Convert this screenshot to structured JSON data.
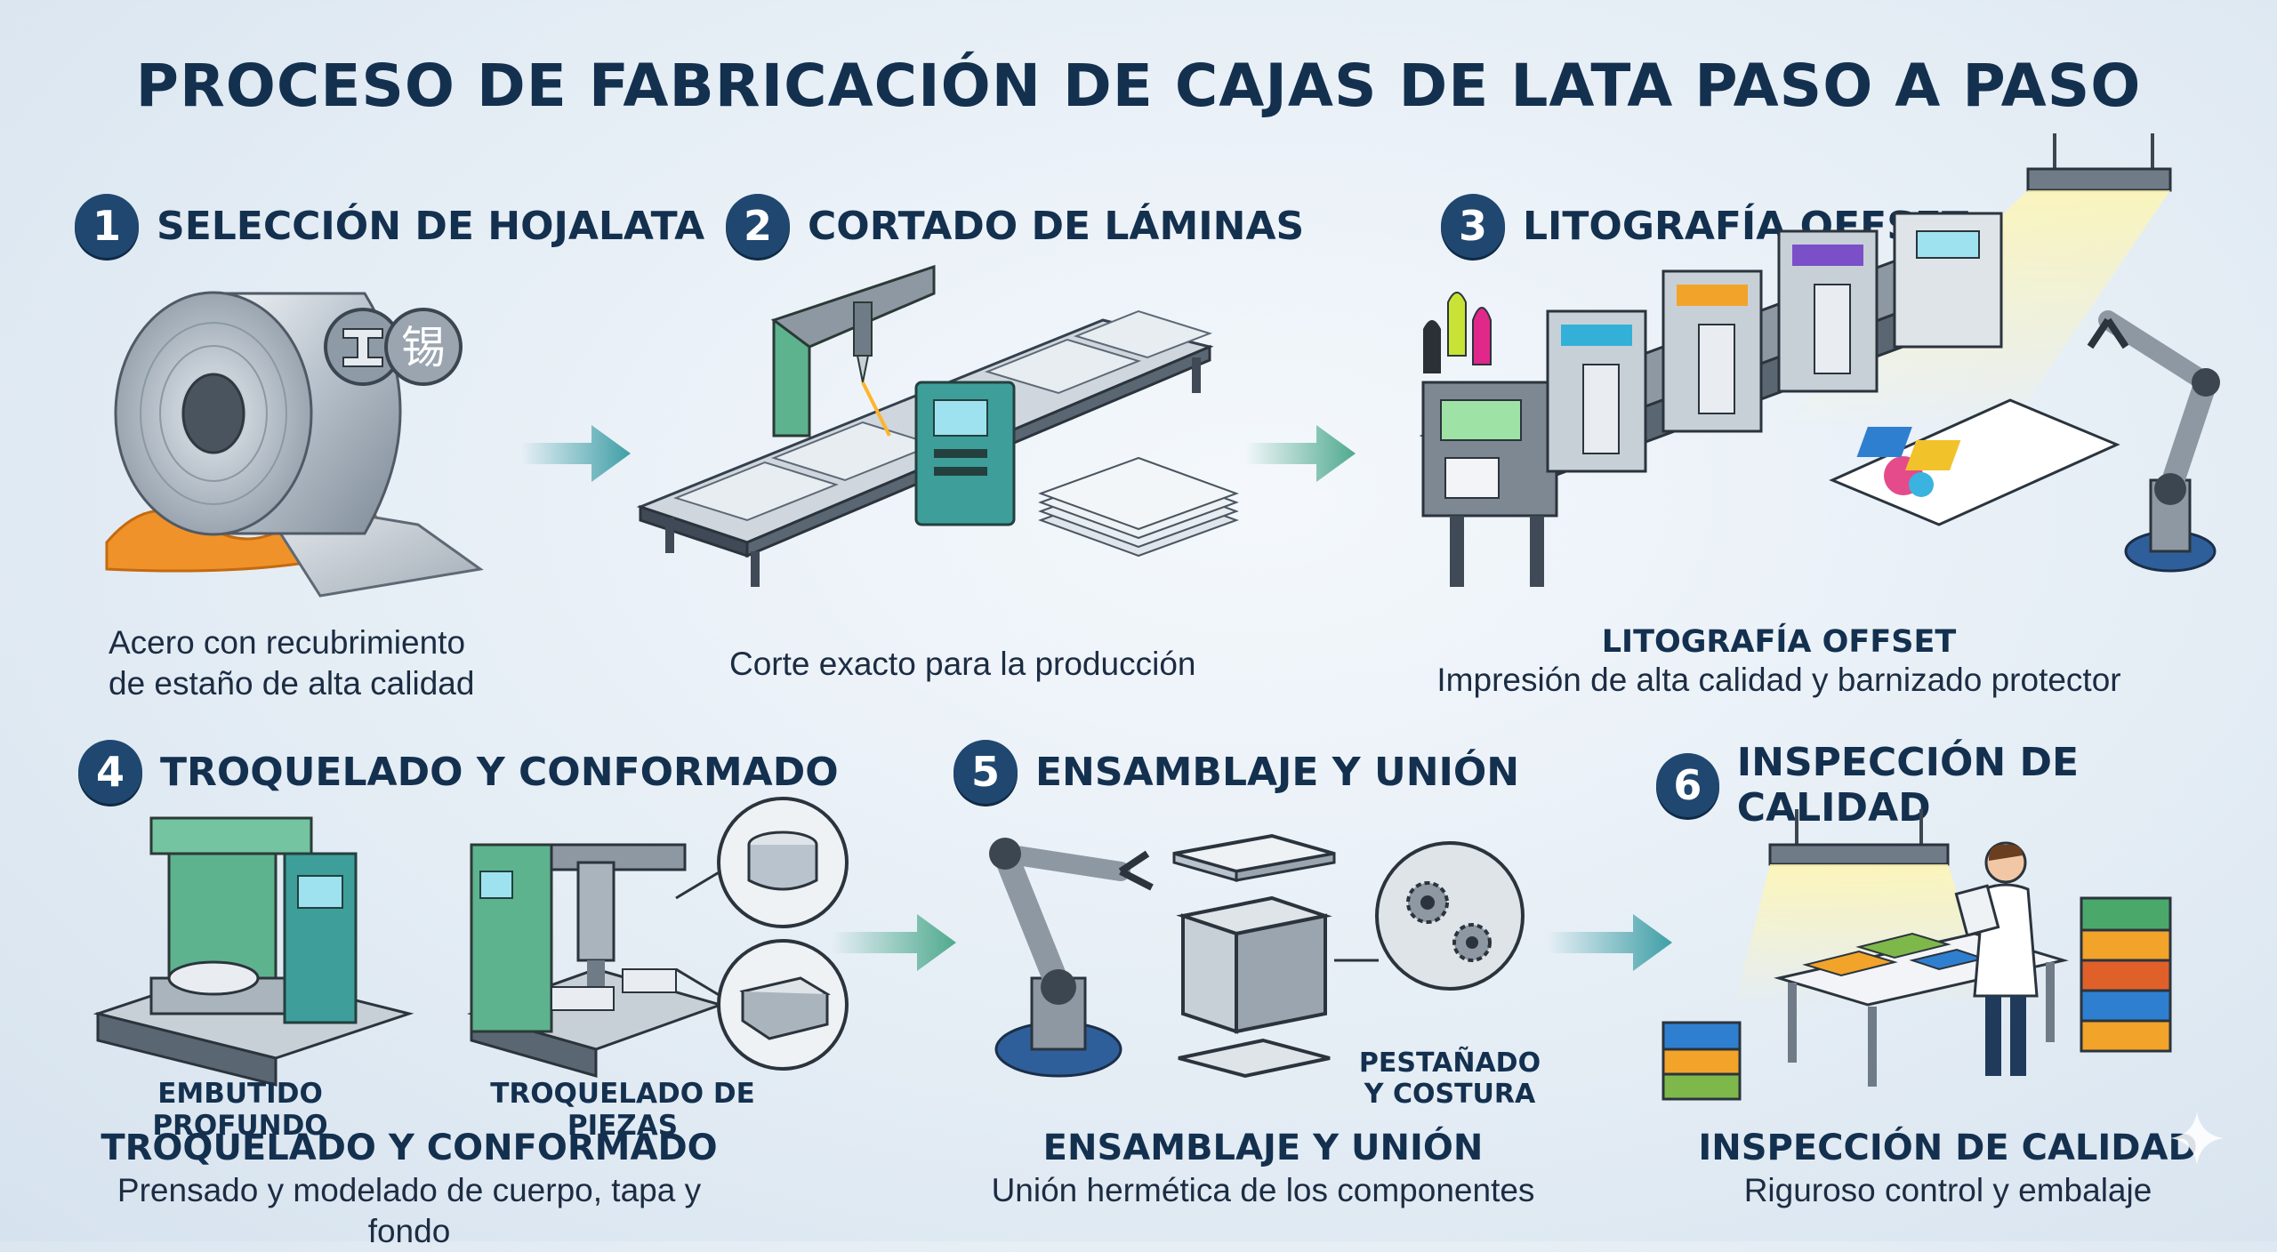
{
  "title": "PROCESO DE FABRICACIÓN DE CAJAS DE LATA PASO A PASO",
  "steps": [
    {
      "number": "1",
      "title": "SELECCIÓN DE HOJALATA",
      "caption_line1": "Acero con recubrimiento",
      "caption_line2": "de estaño de alta calidad",
      "icon_char": "锡"
    },
    {
      "number": "2",
      "title": "CORTADO DE LÁMINAS",
      "caption": "Corte exacto para la producción"
    },
    {
      "number": "3",
      "title": "LITOGRAFÍA OFFSET",
      "caption_title": "LITOGRAFÍA OFFSET",
      "caption": "Impresión de alta calidad y barnizado protector"
    },
    {
      "number": "4",
      "title": "TROQUELADO Y CONFORMADO",
      "sub_label_1": "EMBUTIDO PROFUNDO",
      "sub_label_2": "TROQUELADO DE PIEZAS",
      "caption_title": "TROQUELADO Y CONFORMADO",
      "caption": "Prensado y modelado de cuerpo, tapa y fondo"
    },
    {
      "number": "5",
      "title": "ENSAMBLAJE Y UNIÓN",
      "sub_label_line1": "PESTAÑADO",
      "sub_label_line2": "Y COSTURA",
      "caption_title": "ENSAMBLAJE Y UNIÓN",
      "caption": "Unión hermética de los componentes"
    },
    {
      "number": "6",
      "title": "INSPECCIÓN DE CALIDAD",
      "caption_title": "INSPECCIÓN DE CALIDAD",
      "caption": "Riguroso control y embalaje"
    }
  ],
  "colors": {
    "navy": "#1f4770",
    "arrow": "#3f9fa6",
    "machine_green": "#4f9a86",
    "machine_teal": "#2f8a8a"
  }
}
